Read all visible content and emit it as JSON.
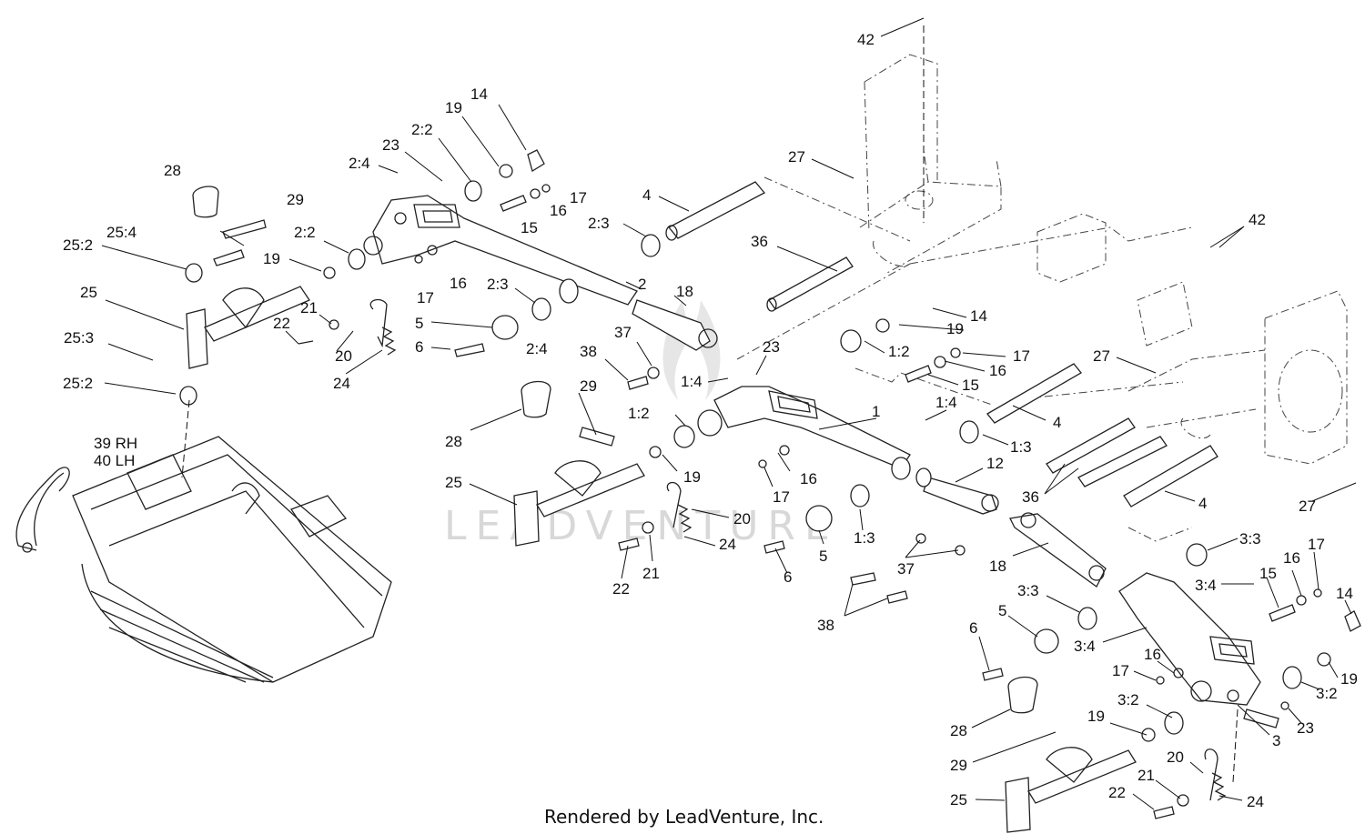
{
  "footer": "Rendered by LeadVenture, Inc.",
  "watermark": "LEADVENTURE",
  "callouts": [
    {
      "id": "c1",
      "text": "42"
    },
    {
      "id": "c2",
      "text": "27"
    },
    {
      "id": "c3",
      "text": "14"
    },
    {
      "id": "c4",
      "text": "19"
    },
    {
      "id": "c5",
      "text": "2:2"
    },
    {
      "id": "c6",
      "text": "23"
    },
    {
      "id": "c7",
      "text": "2:4"
    },
    {
      "id": "c8",
      "text": "17"
    },
    {
      "id": "c9",
      "text": "16"
    },
    {
      "id": "c10",
      "text": "15"
    },
    {
      "id": "c11",
      "text": "4"
    },
    {
      "id": "c12",
      "text": "2:3"
    },
    {
      "id": "c13",
      "text": "28"
    },
    {
      "id": "c14",
      "text": "29"
    },
    {
      "id": "c15",
      "text": "25:4"
    },
    {
      "id": "c16",
      "text": "25:2"
    },
    {
      "id": "c17",
      "text": "2:2"
    },
    {
      "id": "c18",
      "text": "19"
    },
    {
      "id": "c19",
      "text": "36"
    },
    {
      "id": "c20",
      "text": "42"
    },
    {
      "id": "c21",
      "text": "25"
    },
    {
      "id": "c22",
      "text": "17"
    },
    {
      "id": "c23",
      "text": "16"
    },
    {
      "id": "c24",
      "text": "2:3"
    },
    {
      "id": "c25",
      "text": "2"
    },
    {
      "id": "c26",
      "text": "18"
    },
    {
      "id": "c27",
      "text": "14"
    },
    {
      "id": "c28",
      "text": "21"
    },
    {
      "id": "c29",
      "text": "22"
    },
    {
      "id": "c30",
      "text": "5"
    },
    {
      "id": "c31",
      "text": "19"
    },
    {
      "id": "c32",
      "text": "1:2"
    },
    {
      "id": "c33",
      "text": "25:3"
    },
    {
      "id": "c34",
      "text": "6"
    },
    {
      "id": "c35",
      "text": "2:4"
    },
    {
      "id": "c36",
      "text": "20"
    },
    {
      "id": "c37",
      "text": "37"
    },
    {
      "id": "c38",
      "text": "38"
    },
    {
      "id": "c39",
      "text": "23"
    },
    {
      "id": "c40",
      "text": "17"
    },
    {
      "id": "c41",
      "text": "27"
    },
    {
      "id": "c42",
      "text": "24"
    },
    {
      "id": "c43",
      "text": "16"
    },
    {
      "id": "c44",
      "text": "1:4"
    },
    {
      "id": "c45",
      "text": "15"
    },
    {
      "id": "c46",
      "text": "25:2"
    },
    {
      "id": "c47",
      "text": "29"
    },
    {
      "id": "c48",
      "text": "1:4"
    },
    {
      "id": "c49",
      "text": "1:2"
    },
    {
      "id": "c50",
      "text": "1"
    },
    {
      "id": "c51",
      "text": "4"
    },
    {
      "id": "c52",
      "text": "39 RH"
    },
    {
      "id": "c53",
      "text": "40 LH"
    },
    {
      "id": "c54",
      "text": "28"
    },
    {
      "id": "c55",
      "text": "1:3"
    },
    {
      "id": "c56",
      "text": "19"
    },
    {
      "id": "c57",
      "text": "16"
    },
    {
      "id": "c58",
      "text": "17"
    },
    {
      "id": "c59",
      "text": "12"
    },
    {
      "id": "c60",
      "text": "25"
    },
    {
      "id": "c61",
      "text": "36"
    },
    {
      "id": "c62",
      "text": "4"
    },
    {
      "id": "c63",
      "text": "27"
    },
    {
      "id": "c64",
      "text": "20"
    },
    {
      "id": "c65",
      "text": "24"
    },
    {
      "id": "c66",
      "text": "5"
    },
    {
      "id": "c67",
      "text": "1:3"
    },
    {
      "id": "c68",
      "text": "3:3"
    },
    {
      "id": "c69",
      "text": "6"
    },
    {
      "id": "c70",
      "text": "37"
    },
    {
      "id": "c71",
      "text": "18"
    },
    {
      "id": "c72",
      "text": "16"
    },
    {
      "id": "c73",
      "text": "17"
    },
    {
      "id": "c74",
      "text": "21"
    },
    {
      "id": "c75",
      "text": "15"
    },
    {
      "id": "c76",
      "text": "22"
    },
    {
      "id": "c77",
      "text": "3:4"
    },
    {
      "id": "c78",
      "text": "14"
    },
    {
      "id": "c79",
      "text": "3:3"
    },
    {
      "id": "c80",
      "text": "5"
    },
    {
      "id": "c81",
      "text": "38"
    },
    {
      "id": "c82",
      "text": "6"
    },
    {
      "id": "c83",
      "text": "3:4"
    },
    {
      "id": "c84",
      "text": "16"
    },
    {
      "id": "c85",
      "text": "17"
    },
    {
      "id": "c86",
      "text": "19"
    },
    {
      "id": "c87",
      "text": "3:2"
    },
    {
      "id": "c88",
      "text": "3:2"
    },
    {
      "id": "c89",
      "text": "28"
    },
    {
      "id": "c90",
      "text": "19"
    },
    {
      "id": "c91",
      "text": "23"
    },
    {
      "id": "c92",
      "text": "3"
    },
    {
      "id": "c93",
      "text": "29"
    },
    {
      "id": "c94",
      "text": "20"
    },
    {
      "id": "c95",
      "text": "21"
    },
    {
      "id": "c96",
      "text": "24"
    },
    {
      "id": "c97",
      "text": "22"
    },
    {
      "id": "c98",
      "text": "25"
    }
  ]
}
